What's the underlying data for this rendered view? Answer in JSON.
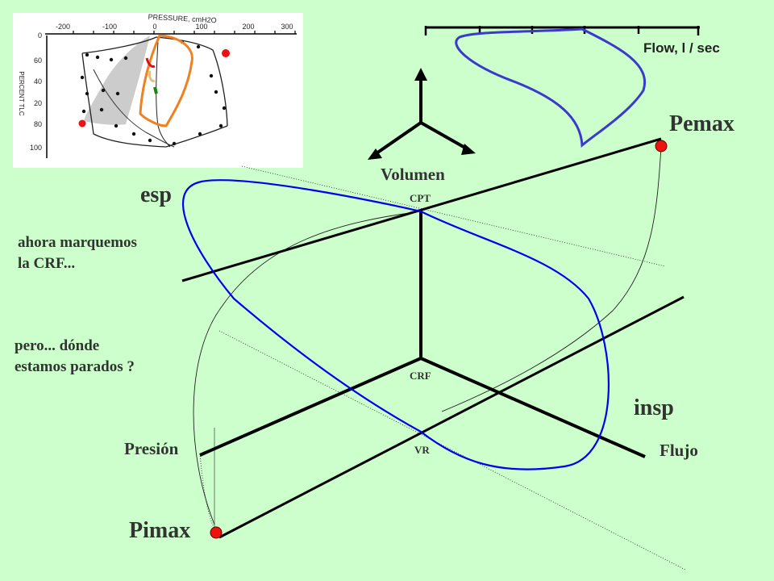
{
  "labels": {
    "flow_axis": "Flow, l / sec",
    "pemax": "Pemax",
    "volumen": "Volumen",
    "esp": "esp",
    "cpt": "CPT",
    "crf": "CRF",
    "insp": "insp",
    "presion": "Presión",
    "flujo": "Flujo",
    "vr": "VR",
    "pimax": "Pimax"
  },
  "notes": {
    "note1_line1": "ahora marquemos",
    "note1_line2": "la CRF...",
    "note2_line1": "pero... dónde",
    "note2_line2": "estamos parados ?"
  },
  "inset": {
    "x_axis_title": "PRESSURE, cmH2O",
    "x_ticks": [
      "-200",
      "-100",
      "0",
      "100",
      "200",
      "300"
    ],
    "y_axis_title": "PERCENT TLC",
    "y_ticks": [
      "0",
      "20",
      "40",
      "60",
      "80",
      "100"
    ]
  },
  "colors": {
    "background": "#ccffcc",
    "axis_line": "#000000",
    "flow_volume_loop": "#0000ee",
    "flow_curve_top": "#3a3acc",
    "pressure_curve": "#111111",
    "marker_red": "#ee1111",
    "inset_orange": "#f08020",
    "inset_gray_region": "#cccccc"
  }
}
